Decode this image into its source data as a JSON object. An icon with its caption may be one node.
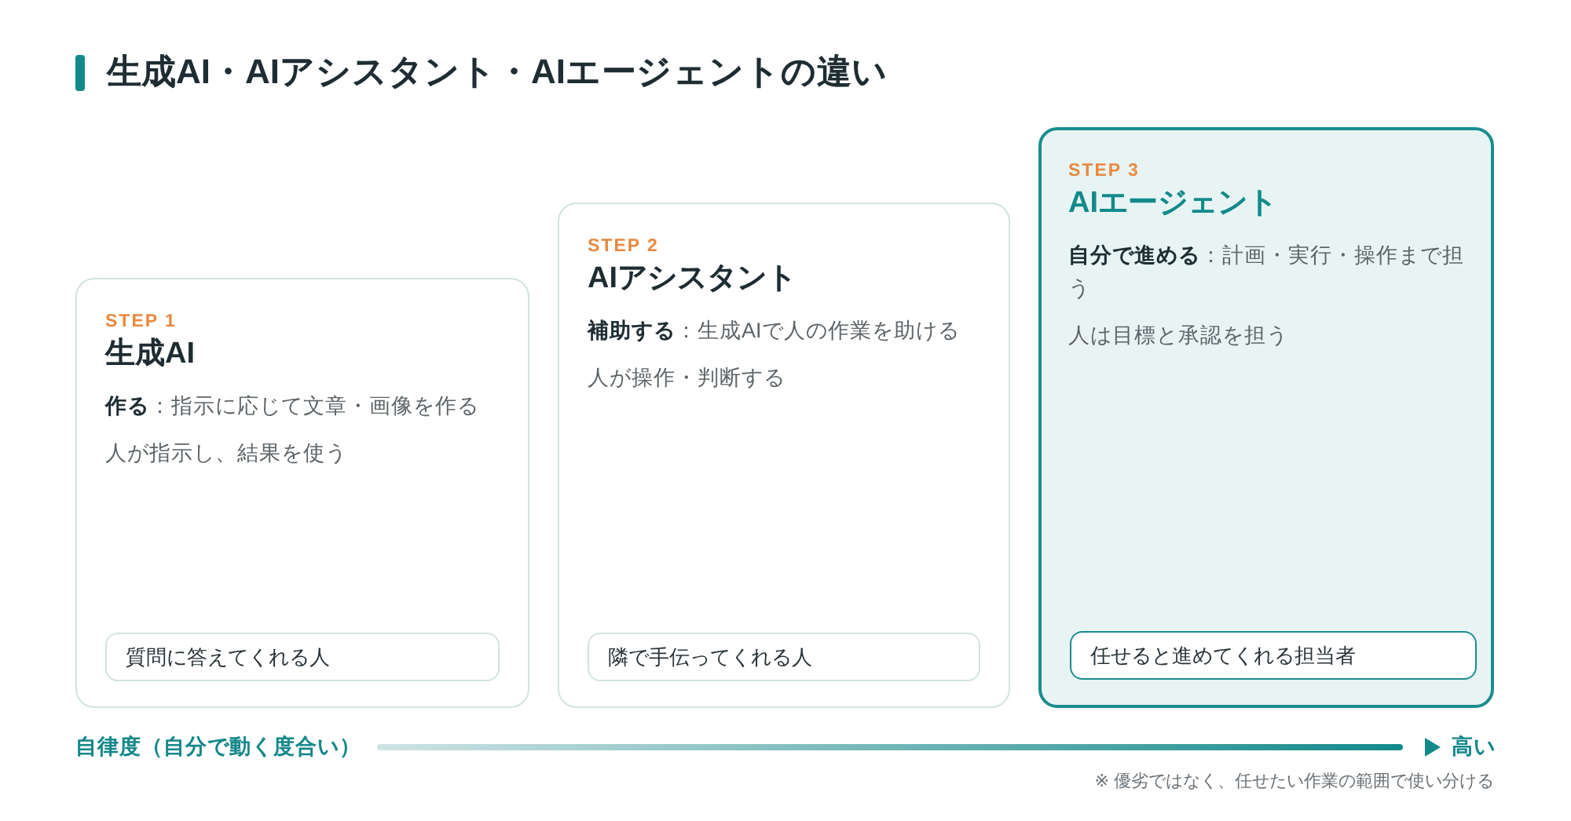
{
  "diagram": {
    "title": "生成AI・AIアシスタント・AIエージェントの違い",
    "nodes": [
      {
        "text": [
          "STEP 1",
          "生成AI",
          "**作る**：指示に応じて文章・画像を作る",
          "人が指示し、結果を使う"
        ]
      },
      {
        "text": [
          "質問に答えてくれる人"
        ],
        "in": 0
      },
      {
        "text": [
          "STEP 2",
          "AIアシスタント",
          "**補助する**：生成AIで人の作業を助ける",
          "人が操作・判断する"
        ]
      },
      {
        "text": [
          "隣で手伝ってくれる人"
        ],
        "in": 2
      },
      {
        "text": [
          "STEP 3",
          "AIエージェント",
          "**自分で進める**：計画・実行・操作まで担う",
          "人は目標と承認を担う"
        ]
      },
      {
        "text": [
          "任せると進めてくれる担当者"
        ],
        "in": 4
      }
    ],
    "labels": [
      "自律度（自分で動く度合い）",
      "高い",
      "※ 優劣ではなく、任せたい作業の範囲で使い分ける"
    ]
  }
}
